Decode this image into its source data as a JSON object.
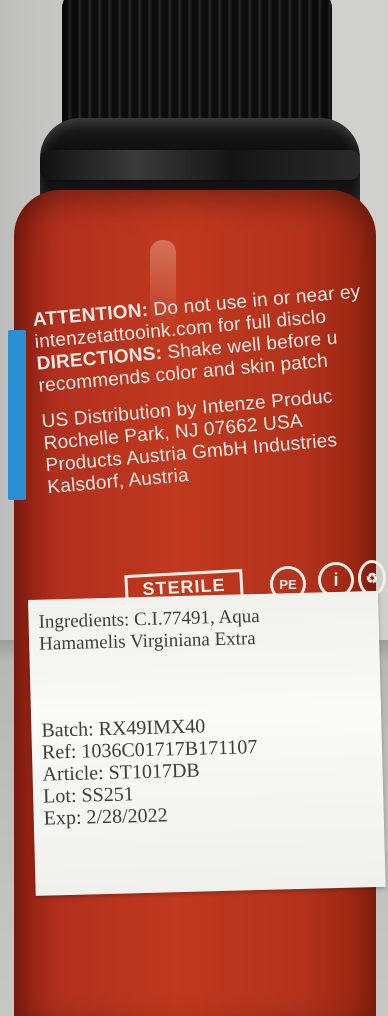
{
  "bottle": {
    "label_lines": [
      {
        "bold": "ATTENTION:",
        "text": " Do not use in or near ey"
      },
      {
        "bold": "",
        "text": "intenzetattooink.com for full disclo"
      },
      {
        "bold": "DIRECTIONS:",
        "text": " Shake well before u"
      },
      {
        "bold": "",
        "text": "recommends color and skin patch"
      }
    ],
    "distribution_lines": [
      "US Distribution by Intenze Produc",
      "Rochelle Park, NJ 07662 USA",
      "Products Austria GmbH Industries",
      "Kalsdorf, Austria"
    ],
    "sterile": "STERILE",
    "symbols": [
      "PE",
      "i",
      "♻"
    ]
  },
  "sticker": {
    "ingredients_lines": [
      "Ingredients: C.I.77491, Aqua",
      "Hamamelis Virginiana Extra"
    ],
    "lot_lines": [
      "Batch: RX49IMX40",
      "Ref: 1036C01717B171107",
      "Article: ST1017DB",
      "Lot: SS251",
      "Exp: 2/28/2022"
    ]
  },
  "colors": {
    "bottle_red": "#c1391f",
    "cap_black": "#0c0c0c",
    "accent_blue": "#2b8fd3",
    "sticker_white": "#f7f7f4"
  }
}
